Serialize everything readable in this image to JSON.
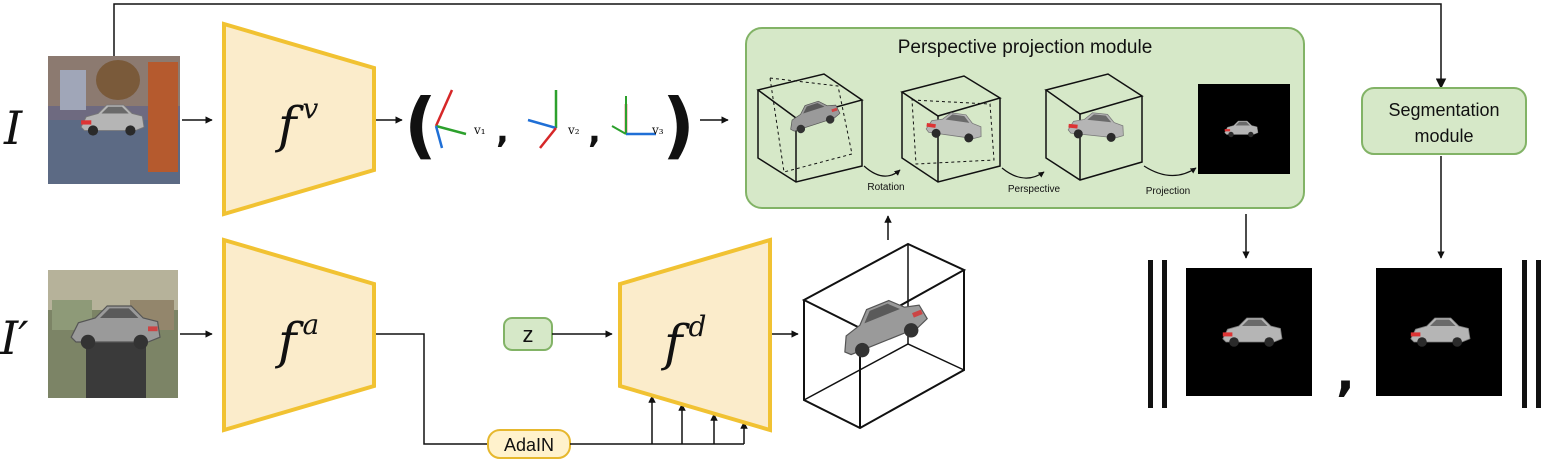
{
  "inputs": {
    "top_symbol": "I",
    "bottom_symbol": "I′"
  },
  "encoders": {
    "viewpoint": {
      "base": "f",
      "sup": "v"
    },
    "appearance": {
      "base": "f",
      "sup": "a"
    },
    "decoder": {
      "base": "f",
      "sup": "d"
    }
  },
  "viewpoints": {
    "open_paren": "(",
    "close_paren": ")",
    "sep1": ",",
    "sep2": ",",
    "v1": "v₁",
    "v2": "v₂",
    "v3": "v₃"
  },
  "perspective_module": {
    "title": "Perspective projection module",
    "steps": [
      "Rotation",
      "Perspective",
      "Projection"
    ]
  },
  "segmentation_module": {
    "line1": "Segmentation",
    "line2": "module"
  },
  "noise_label": "z",
  "adain_label": "AdaIN",
  "output": {
    "separator": ","
  },
  "colors": {
    "encoder_fill": "#fbeccb",
    "encoder_stroke": "#f1c232",
    "module_fill": "#d6e8c8",
    "module_stroke": "#82b366",
    "adain_fill": "#fff2cc",
    "adain_stroke": "#e6b82e",
    "axis_red": "#d62728",
    "axis_green": "#2ca02c",
    "axis_blue": "#1f6fd6"
  }
}
